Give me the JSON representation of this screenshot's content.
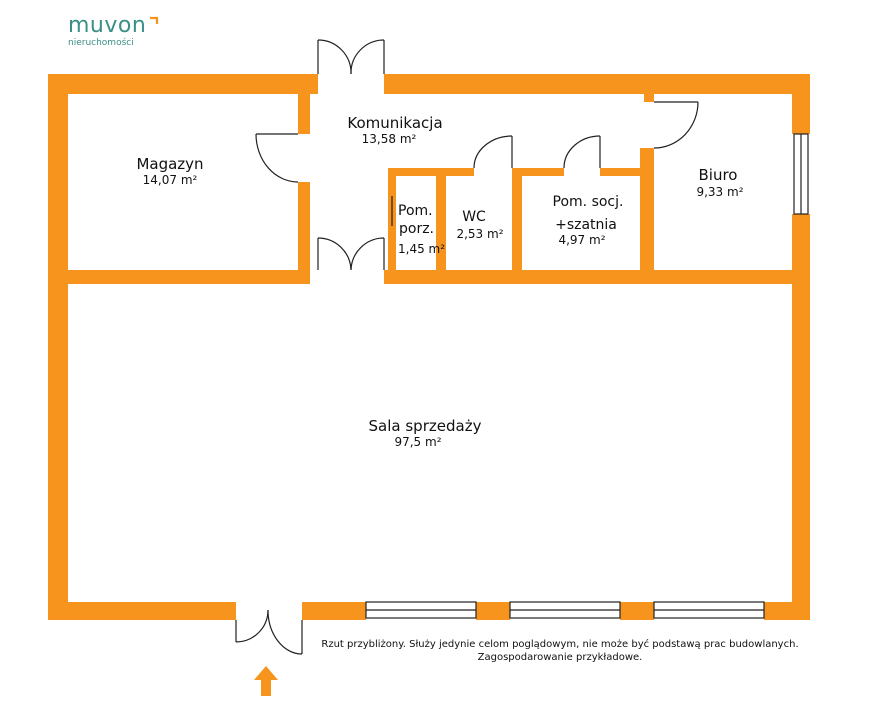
{
  "logo": {
    "brand": "muvon",
    "tagline": "nieruchomości",
    "color": "#3a8f86",
    "accent": "#f7941d"
  },
  "colors": {
    "wall": "#f7941d",
    "text": "#111111",
    "background": "#ffffff"
  },
  "rooms": {
    "komunikacja": {
      "name": "Komunikacja",
      "area": "13,58 m²"
    },
    "magazyn": {
      "name": "Magazyn",
      "area": "14,07 m²"
    },
    "biuro": {
      "name": "Biuro",
      "area": "9,33 m²"
    },
    "pom_porz": {
      "name_line1": "Pom.",
      "name_line2": "porz.",
      "area": "1,45 m²"
    },
    "wc": {
      "name": "WC",
      "area": "2,53 m²"
    },
    "pom_socj": {
      "name_line1": "Pom. socj.",
      "name_line2": "+szatnia",
      "area": "4,97 m²"
    },
    "sala": {
      "name": "Sala sprzedaży",
      "area": "97,5 m²"
    }
  },
  "disclaimer": {
    "line1": "Rzut przybliżony. Służy jedynie celom poglądowym, nie może być podstawą prac budowlanych.",
    "line2": "Zagospodarowanie przykładowe."
  },
  "icons": {
    "entrance": "entrance-arrow-icon"
  }
}
